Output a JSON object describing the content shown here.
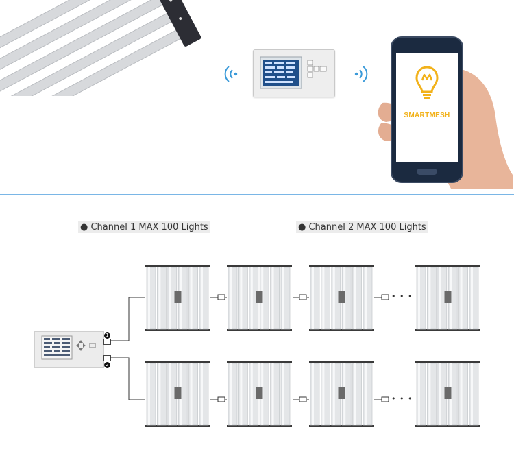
{
  "phone": {
    "brand_text": "SMARTMESH"
  },
  "channels": [
    {
      "label": "Channel 1 MAX 100 Lights",
      "number": "1"
    },
    {
      "label": "Channel 2 MAX 100 Lights",
      "number": "2"
    }
  ],
  "ellipsis": "• • •",
  "colors": {
    "accent_blue": "#7ab6e6",
    "signal_blue": "#3a9ad9",
    "bulb_yellow": "#f2b21b"
  }
}
